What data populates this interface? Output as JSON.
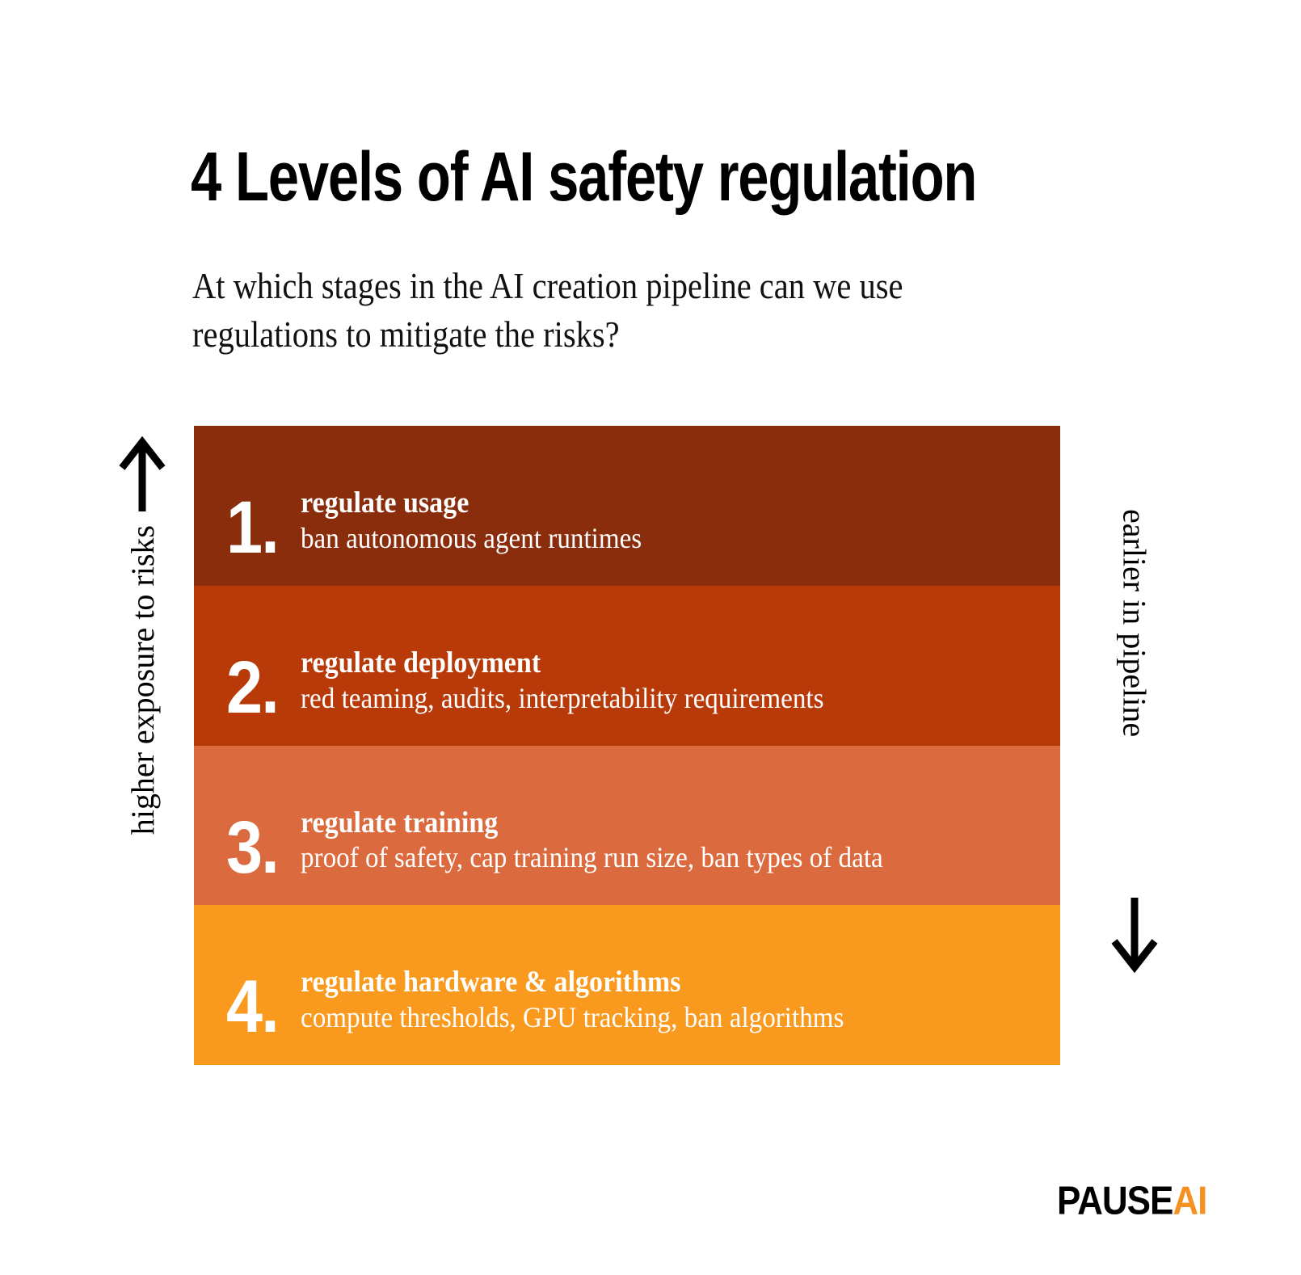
{
  "header": {
    "title": "4 Levels of AI safety regulation",
    "subtitle": "At which stages in the AI creation pipeline can we use regulations to mitigate the risks?"
  },
  "axes": {
    "left": {
      "label": "higher exposure to risks",
      "arrow_icon": "arrow-up-icon",
      "direction": "up"
    },
    "right": {
      "label": "earlier in pipeline",
      "arrow_icon": "arrow-down-icon",
      "direction": "down"
    }
  },
  "levels": [
    {
      "number": "1.",
      "heading": "regulate usage",
      "description": "ban autonomous agent runtimes",
      "color": "#8a2d0d"
    },
    {
      "number": "2.",
      "heading": "regulate deployment",
      "description": "red teaming, audits, interpretability requirements",
      "color": "#b83a08"
    },
    {
      "number": "3.",
      "heading": "regulate training",
      "description": "proof of safety, cap training run size, ban types of data",
      "color": "#db6b3e"
    },
    {
      "number": "4.",
      "heading": "regulate hardware & algorithms",
      "description": "compute thresholds, GPU tracking, ban algorithms",
      "color": "#f99a1e"
    }
  ],
  "brand": {
    "name_primary": "PAUSE",
    "name_accent": "AI",
    "accent_color": "#f59120"
  },
  "chart_data": {
    "type": "bar",
    "title": "4 Levels of AI safety regulation",
    "subtitle": "At which stages in the AI creation pipeline can we use regulations to mitigate the risks?",
    "categories": [
      "1. regulate usage",
      "2. regulate deployment",
      "3. regulate training",
      "4. regulate hardware & algorithms"
    ],
    "values": [
      1,
      1,
      1,
      1
    ],
    "colors": [
      "#8a2d0d",
      "#b83a08",
      "#db6b3e",
      "#f99a1e"
    ],
    "xlabel": "earlier in pipeline",
    "ylabel": "higher exposure to risks",
    "grid": false,
    "legend": "none",
    "annotations": [
      "ban autonomous agent runtimes",
      "red teaming, audits, interpretability requirements",
      "proof of safety, cap training run size, ban types of data",
      "compute thresholds, GPU tracking, ban algorithms"
    ]
  }
}
